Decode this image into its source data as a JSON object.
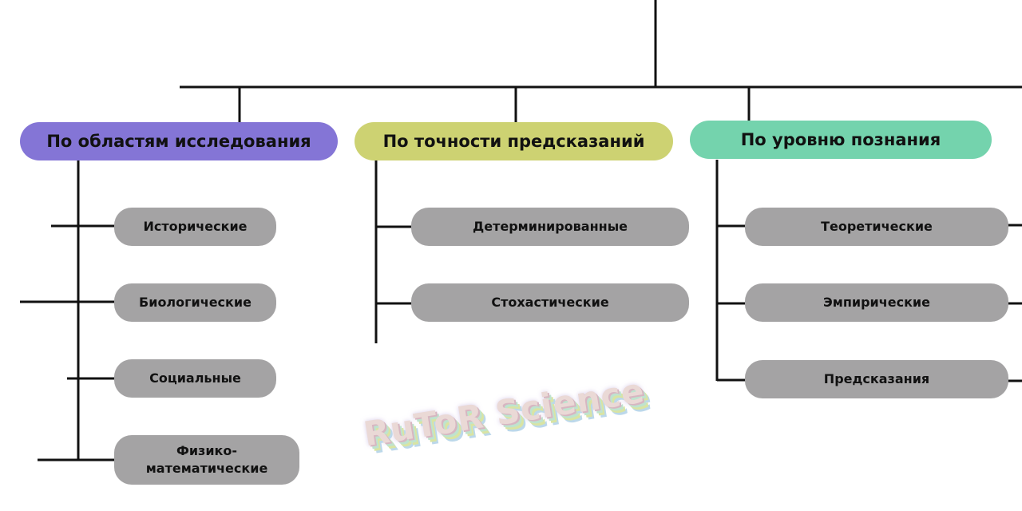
{
  "headers": {
    "by_field": "По областям исследования",
    "by_accuracy": "По точности предсказаний",
    "by_level": "По уровню познания"
  },
  "by_field_items": [
    "Исторические",
    "Биологические",
    "Социальные",
    "Физико-\nматематические"
  ],
  "by_accuracy_items": [
    "Детерминированные",
    "Стохастические"
  ],
  "by_level_items": [
    "Теоретические",
    "Эмпирические",
    "Предсказания"
  ],
  "watermark": "RuToR Science",
  "colors": {
    "by_field": "#8475d6",
    "by_accuracy": "#cdd272",
    "by_level": "#74d3ad",
    "item": "#a4a3a4",
    "line": "#111111"
  }
}
